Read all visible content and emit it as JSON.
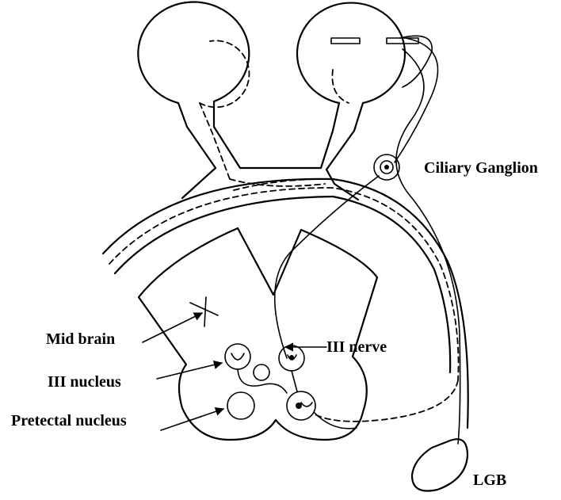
{
  "labels": {
    "ciliary_ganglion": "Ciliary Ganglion",
    "mid_brain": "Mid brain",
    "iii_nerve": "III nerve",
    "iii_nucleus": "III nucleus",
    "pretectal_nucleus": "Pretectal nucleus",
    "lgb": "LGB"
  }
}
